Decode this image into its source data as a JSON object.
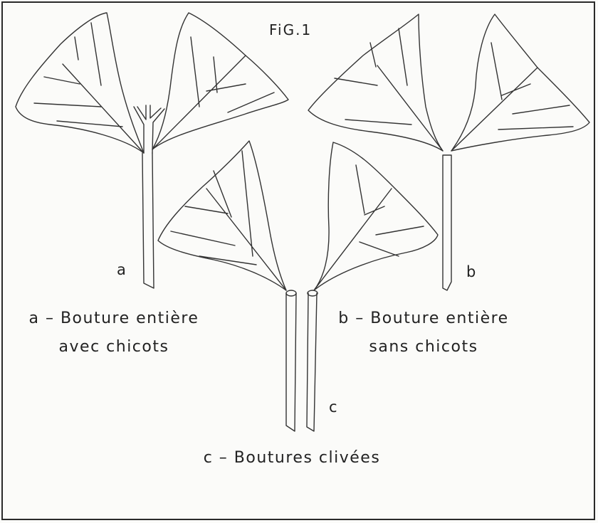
{
  "figure": {
    "title": "FiG.1"
  },
  "cuttings": {
    "a": {
      "letter": "a",
      "caption_line1": "a – Bouture entière",
      "caption_line2": "avec chicots"
    },
    "b": {
      "letter": "b",
      "caption_line1": "b – Bouture entière",
      "caption_line2": "sans chicots"
    },
    "c": {
      "letter": "c",
      "caption": "c – Boutures clivées"
    }
  }
}
